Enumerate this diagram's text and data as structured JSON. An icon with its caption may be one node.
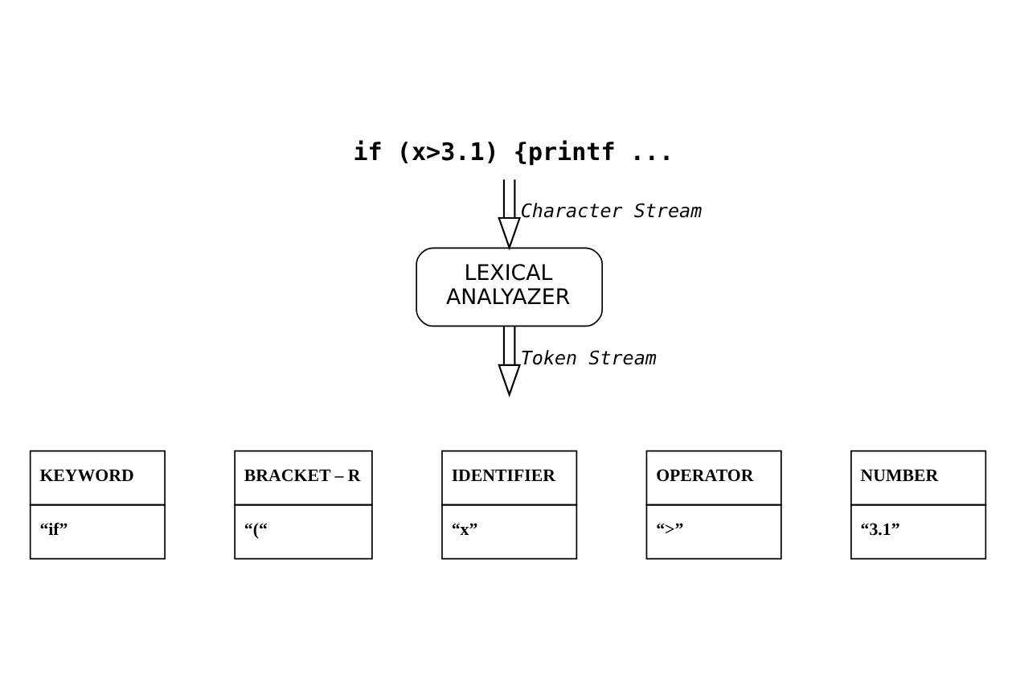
{
  "diagram": {
    "nodes": [
      {
        "text": [
          "if (x>3.1) {printf ..."
        ]
      },
      {
        "text": [
          "LEXICAL ANALYAZER"
        ]
      },
      {
        "text": [
          "KEYWORD",
          "“if”"
        ]
      },
      {
        "text": [
          "BRACKET – R",
          "“(“"
        ]
      },
      {
        "text": [
          "IDENTIFIER",
          "“x”"
        ]
      },
      {
        "text": [
          "OPERATOR",
          "“>”"
        ]
      },
      {
        "text": [
          "NUMBER",
          "“3.1”"
        ]
      }
    ],
    "edges": [
      {
        "from": 0,
        "to": 1,
        "arrow": "to",
        "label": "Character Stream"
      },
      {
        "from": 1,
        "to": null,
        "arrow": "to",
        "label": "Token Stream"
      }
    ]
  }
}
